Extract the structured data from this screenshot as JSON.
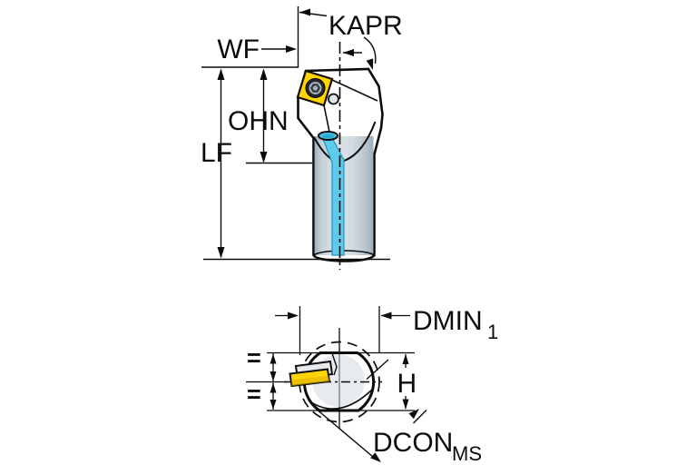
{
  "figure": {
    "type": "tool-holder-dimension-drawing",
    "labels": {
      "kapr": "KAPR",
      "wf": "WF",
      "ohn": "OHN",
      "lf": "LF",
      "dmin": "DMIN",
      "dmin_sub": "1",
      "h": "H",
      "dcon": "DCON",
      "dcon_sub": "MS",
      "equal_upper": "=",
      "equal_lower": "="
    },
    "colors": {
      "line": "#0b0b0b",
      "steel_body": "#c6d0d9",
      "steel_shadow": "#97a6b1",
      "steel_highlight": "#dae1e7",
      "insert_yellow": "#ffd400",
      "insert_shade": "#d9ae00",
      "seat_gray": "#e8ebee",
      "coolant_blue": "#49c2e9",
      "coolant_band": "#5ecbec",
      "background": "#ffffff"
    }
  }
}
